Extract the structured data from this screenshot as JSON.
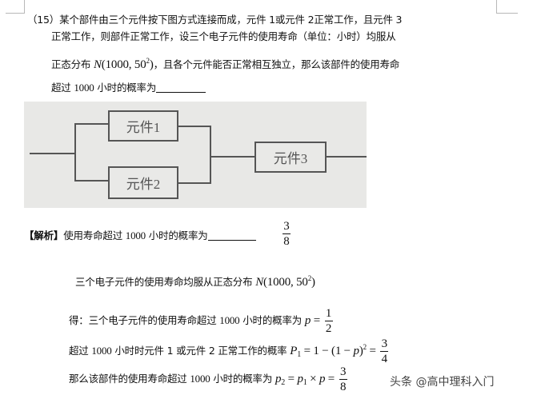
{
  "question": {
    "number": "（15）",
    "line1": "某个部件由三个元件按下图方式连接而成，元件 1或元件 2正常工作，且元件 3",
    "line2": "正常工作，则部件正常工作，设三个电子元件的使用寿命（单位：小时）均服从",
    "line3_pre": "正态分布 ",
    "line3_dist_N": "N",
    "line3_dist_args": "(1000, 50",
    "line3_dist_exp": "2",
    "line3_dist_close": ")",
    "line3_post": "，且各个元件能否正常相互独立，那么该部件的使用寿命",
    "line4_pre": "超过 ",
    "line4_num": "1000",
    "line4_post": " 小时的概率为"
  },
  "diagram": {
    "component1": "元件1",
    "component2": "元件2",
    "component3": "元件3"
  },
  "solution": {
    "label": "【解析】",
    "answer_pre": "使用寿命超过 ",
    "answer_num": "1000",
    "answer_post": " 小时的概率为",
    "answer_frac": {
      "num": "3",
      "den": "8"
    },
    "step1_text": "三个电子元件的使用寿命均服从正态分布 ",
    "step1_N": "N",
    "step1_args": "(1000, 50",
    "step1_exp": "2",
    "step1_close": ")",
    "step2_text": "得：三个电子元件的使用寿命超过 ",
    "step2_num": "1000",
    "step2_post": " 小时的概率为 ",
    "step2_var": "p",
    "step2_eq": " = ",
    "step2_frac": {
      "num": "1",
      "den": "2"
    },
    "step3_text": "超过 ",
    "step3_num": "1000",
    "step3_post": " 小时时元件 1 或元件 2 正常工作的概率 ",
    "step3_P": "P",
    "step3_sub": "1",
    "step3_expr1": " = 1 − (1 − ",
    "step3_p": "p",
    "step3_expr2": ")",
    "step3_exp": "2",
    "step3_eq": " = ",
    "step3_frac": {
      "num": "3",
      "den": "4"
    },
    "step4_text": "那么该部件的使用寿命超过 ",
    "step4_num": "1000",
    "step4_post": " 小时的概率为 ",
    "step4_p2": "p",
    "step4_sub2": "2",
    "step4_eq1": " = ",
    "step4_p1": "p",
    "step4_sub1": "1",
    "step4_times": " × ",
    "step4_p": "p",
    "step4_eq2": " = ",
    "step4_frac": {
      "num": "3",
      "den": "8"
    }
  },
  "watermark": "头条 @高中理科入门"
}
